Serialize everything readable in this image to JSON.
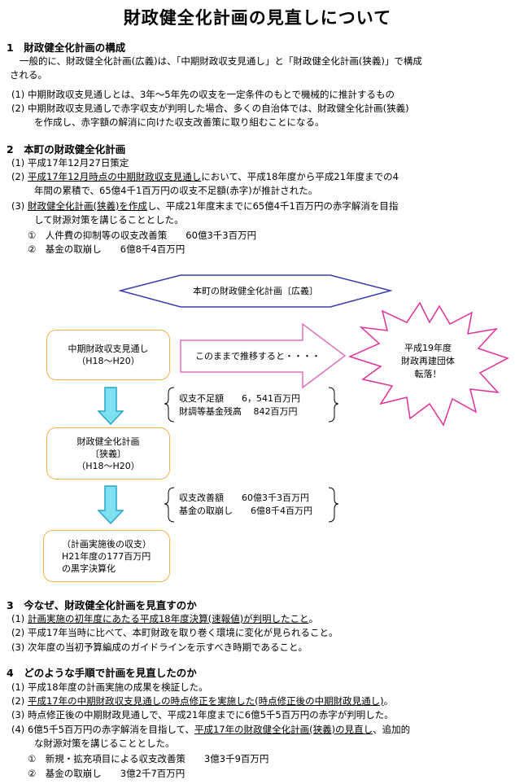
{
  "title": "財政健全化計画の見直しについて",
  "s1": {
    "heading": "1　財政健全化計画の構成",
    "intro_l1": "一般的に、財政健全化計画(広義)は、「中期財政収支見通し」と「財政健全化計画(狭義)」で構成",
    "intro_l2": "される。",
    "i1": "(1)  中期財政収支見通しとは、3年～5年先の収支を一定条件のもとで機械的に推計するもの",
    "i2_l1": "(2)  中期財政収支見通しで赤字収支が判明した場合、多くの自治体では、財政健全化計画(狭義)",
    "i2_l2": "を作成し、赤字額の解消に向けた収支改善策に取り組むことになる。"
  },
  "s2": {
    "heading": "2　本町の財政健全化計画",
    "i1": "(1)  平成17年12月27日策定",
    "i2_pre": "(2)  ",
    "i2_u": "平成17年12月時点の中期財政収支見通し",
    "i2_post": "において、平成18年度から平成21年度までの4",
    "i2_l2": "年間の累積で、65億4千1百万円の収支不足額(赤字)が推計された。",
    "i3_pre": "(3)  ",
    "i3_u": "財政健全化計画(狭義)を作成",
    "i3_post": "し、平成21年度末までに65億4千1百万円の赤字解消を目指",
    "i3_l2": "して財源対策を講じることとした。",
    "sub1": "①　人件費の抑制等の収支改善策　　60億3千3百万円",
    "sub2": "②　基金の取崩し　　6億8千4百万円"
  },
  "figure": {
    "banner": "本町の財政健全化計画〔広義〕",
    "box1_l1": "中期財政収支見通し",
    "box1_l2": "（H18～H20）",
    "arrow_text": "このままで推移すると・・・・",
    "star_l1": "平成19年度",
    "star_l2": "財政再建団体",
    "star_l3": "転落！",
    "brace1_l1": "収支不足額　　6，541百万円",
    "brace1_l2": "財調等基金残高　 842百万円",
    "box2_l1": "財政健全化計画",
    "box2_l2": "〔狭義〕",
    "box2_l3": "（H18～H20）",
    "brace2_l1": "収支改善額　　60億3千3百万円",
    "brace2_l2": "基金の取崩し　　6億8千4百万円",
    "box3_l1": "（計画実施後の収支）",
    "box3_l2": "H21年度の177百万円",
    "box3_l3": "の黒字決算化",
    "colors": {
      "box_border": "#f5b04a",
      "down_arrow_fill": "#7fe0f0",
      "down_arrow_stroke": "#2aa6c8",
      "banner_stroke": "#3b3bb0"
    }
  },
  "s3": {
    "heading": "3　今なぜ、財政健全化計画を見直すのか",
    "i1_pre": "(1)  ",
    "i1_u": "計画実施の初年度にあたる平成18年度決算(速報値)が判明したこと",
    "i1_post": "。",
    "i2": "(2)  平成17年当時に比べて、本町財政を取り巻く環境に変化が見られること。",
    "i3": "(3)  次年度の当初予算編成のガイドラインを示すべき時期であること。"
  },
  "s4": {
    "heading": "4　どのような手順で計画を見直したのか",
    "i1": "(1)  平成18年度の計画実施の成果を検証した。",
    "i2_pre": "(2)  ",
    "i2_u": "平成17年の中期財政収支見通しの時点修正を実施した(時点修正後の中期財政見通し)",
    "i2_post": "。",
    "i3": "(3)  時点修正後の中期財政見通しで、平成21年度までに6億5千5百万円の赤字が判明した。",
    "i4_pre": "(4)  6億5千5百万円の赤字解消を目指して、",
    "i4_u": "平成17年の財政健全化計画(狭義)の見直し",
    "i4_post": "、追加的",
    "i4_l2": "な財源対策を講じることとした。",
    "sub1": "①　新規・拡充項目による収支改善策　　3億3千9百万円",
    "sub2": "②　基金の取崩し　　3億2千7百万円"
  }
}
